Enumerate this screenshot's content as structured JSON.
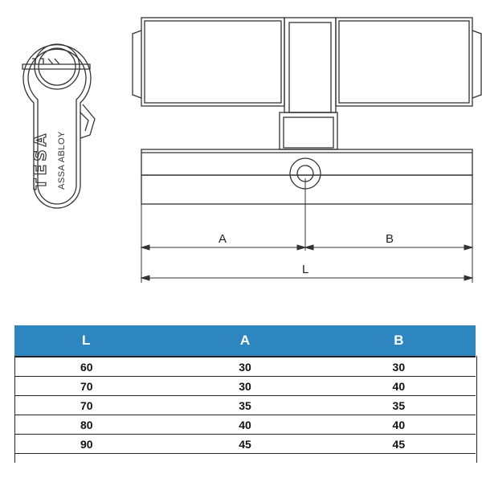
{
  "logo": {
    "brand": "TESA",
    "sub_brand": "ASSA ABLOY"
  },
  "dimensions": {
    "label_a": "A",
    "label_b": "B",
    "label_l": "L"
  },
  "table": {
    "headers": [
      "L",
      "A",
      "B"
    ],
    "rows": [
      [
        "60",
        "30",
        "30"
      ],
      [
        "70",
        "30",
        "40"
      ],
      [
        "70",
        "35",
        "35"
      ],
      [
        "80",
        "40",
        "40"
      ],
      [
        "90",
        "45",
        "45"
      ]
    ]
  },
  "colors": {
    "header_bg": "#2e86c1",
    "line": "#333333"
  }
}
